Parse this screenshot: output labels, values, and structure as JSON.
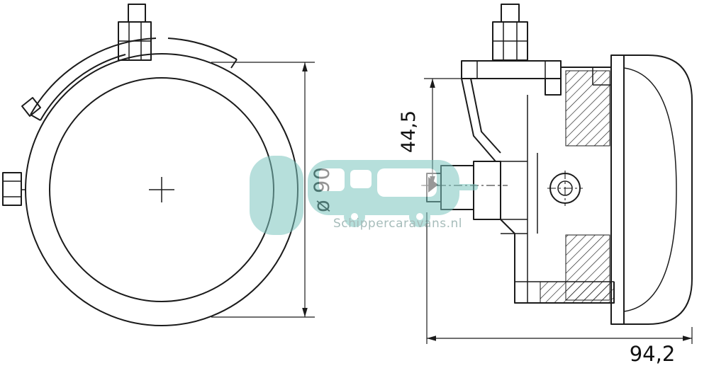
{
  "drawing": {
    "type": "technical-drawing-fog-lamp",
    "views": {
      "front": {
        "diameter_label": "ø 90"
      },
      "side": {
        "height_label": "44,5",
        "width_label": "94,2"
      }
    },
    "watermark": {
      "text": "Schippercaravans.nl",
      "color": "#7cc5bf"
    },
    "colors": {
      "line": "#1b1b1b",
      "background": "#ffffff",
      "dimension_text": "#111111"
    }
  }
}
